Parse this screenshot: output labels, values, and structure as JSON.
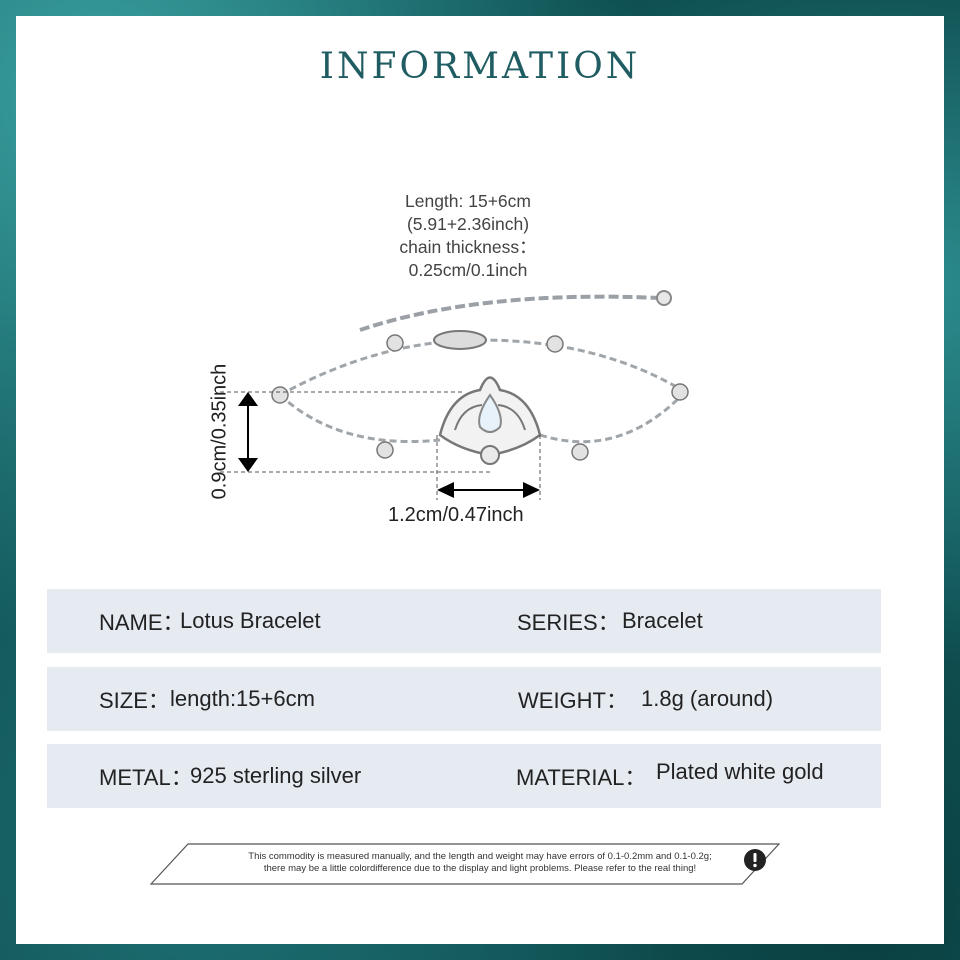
{
  "title": "INFORMATION",
  "spec": {
    "length": "Length: 15+6cm",
    "length_inch": "(5.91+2.36inch)",
    "chain_label": "chain thickness：",
    "chain_value": "0.25cm/0.1inch"
  },
  "dimensions": {
    "height": "0.9cm/0.35inch",
    "width": "1.2cm/0.47inch"
  },
  "rows": [
    {
      "left_key": "NAME：",
      "left_val": "Lotus Bracelet",
      "right_key": "SERIES：",
      "right_val": "Bracelet"
    },
    {
      "left_key": "SIZE：",
      "left_val": "length:15+6cm",
      "right_key": "WEIGHT：",
      "right_val": "1.8g (around)"
    },
    {
      "left_key": "METAL：",
      "left_val": "925 sterling silver",
      "right_key": "MATERIAL：",
      "right_val": "Plated white gold"
    }
  ],
  "note": {
    "line1": "This commodity is measured manually, and the length and weight may have errors of 0.1-0.2mm and 0.1-0.2g;",
    "line2": "there may be a little colordifference due to the display and light problems. Please refer to the real thing!"
  },
  "colors": {
    "title": "#1f5d63",
    "row_bg": "#e6ebf2",
    "frame": "#0d4f4f"
  },
  "icons": [
    "warning-icon"
  ]
}
